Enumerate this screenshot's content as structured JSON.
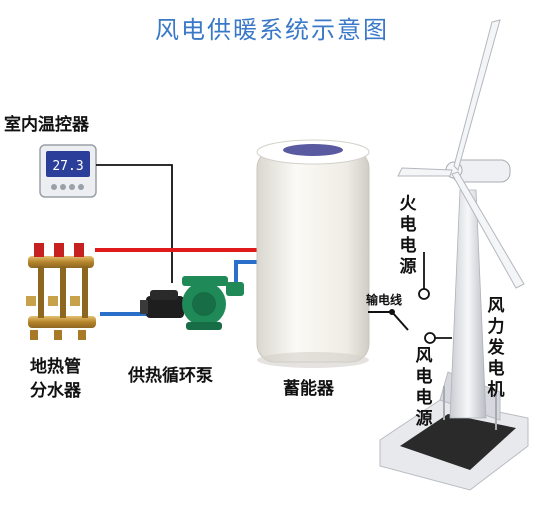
{
  "title": "风电供暖系统示意图",
  "labels": {
    "thermostat": "室内温控器",
    "thermostat_display": "27.3",
    "manifold_line1": "地热管",
    "manifold_line2": "分水器",
    "pump": "供热循环泵",
    "tank": "蓄能器",
    "transmission_line": "输电线",
    "thermal_power": "火电电源",
    "wind_power": "风电电源",
    "turbine": "风力发电机"
  },
  "colors": {
    "title": "#3a79c8",
    "hot_pipe": "#e01a1a",
    "cold_pipe": "#2a6fc9",
    "pump_body": "#1f8a58",
    "tank_body": "#f4f2ec",
    "tank_top": "#5a5aa0",
    "brass": "#c89a3a"
  }
}
